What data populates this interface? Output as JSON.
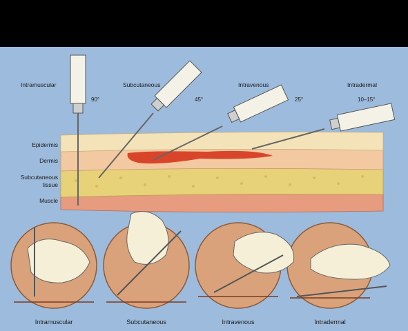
{
  "techniques": [
    {
      "label": "Intramuscular",
      "angle": "90°"
    },
    {
      "label": "Subcutaneous",
      "angle": "45°"
    },
    {
      "label": "Intravenous",
      "angle": "25°"
    },
    {
      "label": "Intradermal",
      "angle": "10–15°"
    }
  ],
  "layers": {
    "epidermis": "Epidermis",
    "dermis": "Dermis",
    "subcutaneous_line1": "Subcutaneous",
    "subcutaneous_line2": "tissue",
    "muscle": "Muscle"
  },
  "captions": [
    "Intramuscular",
    "Subcutaneous",
    "Intravenous",
    "Intradermal"
  ],
  "colors": {
    "background": "#9dbbdc",
    "epidermis": "#f4e3b8",
    "dermis": "#f2c9a0",
    "subcutaneous": "#e8d279",
    "muscle": "#e79b7f",
    "vein": "#d9452b",
    "circle": "#d9a27a"
  }
}
